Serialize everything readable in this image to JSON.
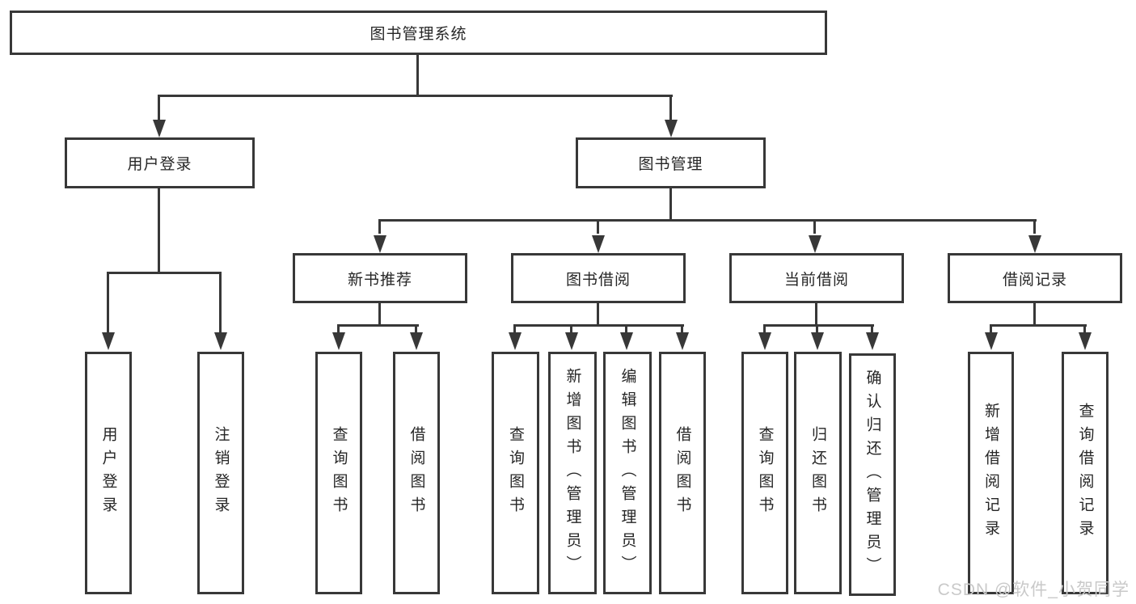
{
  "tree": {
    "label": "图书管理系统",
    "children": [
      {
        "label": "用户登录",
        "children": [
          {
            "label": "用户登录"
          },
          {
            "label": "注销登录"
          }
        ]
      },
      {
        "label": "图书管理",
        "children": [
          {
            "label": "新书推荐",
            "children": [
              {
                "label": "查询图书"
              },
              {
                "label": "借阅图书"
              }
            ]
          },
          {
            "label": "图书借阅",
            "children": [
              {
                "label": "查询图书"
              },
              {
                "label": "新增图书（管理员）"
              },
              {
                "label": "编辑图书（管理员）"
              },
              {
                "label": "借阅图书"
              }
            ]
          },
          {
            "label": "当前借阅",
            "children": [
              {
                "label": "查询图书"
              },
              {
                "label": "归还图书"
              },
              {
                "label": "确认归还（管理员）"
              }
            ]
          },
          {
            "label": "借阅记录",
            "children": [
              {
                "label": "新增借阅记录"
              },
              {
                "label": "查询借阅记录"
              }
            ]
          }
        ]
      }
    ]
  },
  "watermark": {
    "text": "CSDN @软件_小贺同学"
  },
  "colors": {
    "line": "#383838",
    "box_border": "#383838",
    "text": "#262626",
    "watermark": "#c9c9c9",
    "background": "#ffffff"
  }
}
